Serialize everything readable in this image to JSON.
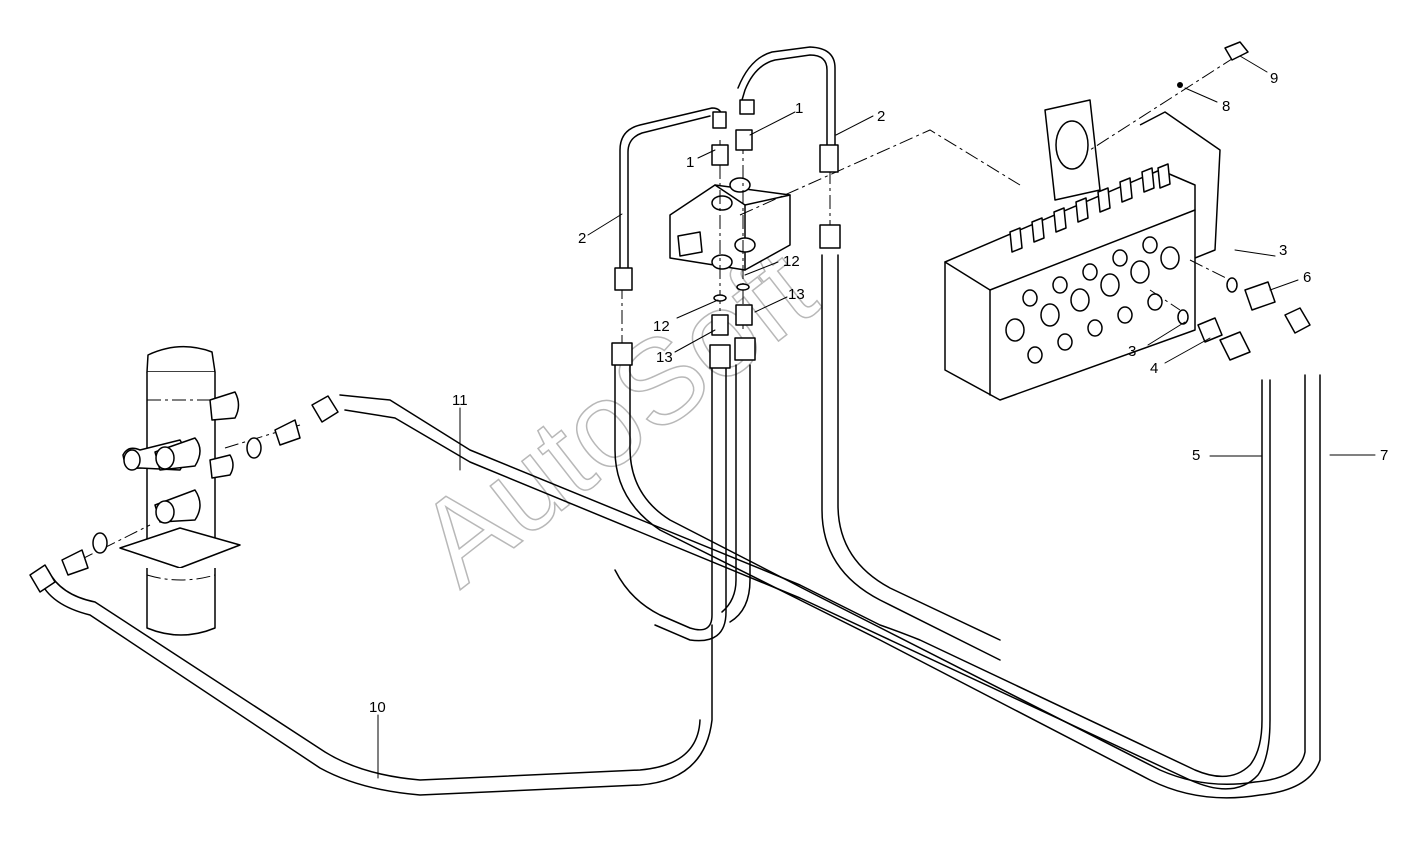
{
  "watermark": "AutoSoft",
  "callouts": [
    {
      "id": "c1a",
      "text": "1"
    },
    {
      "id": "c1b",
      "text": "1"
    },
    {
      "id": "c2a",
      "text": "2"
    },
    {
      "id": "c2b",
      "text": "2"
    },
    {
      "id": "c3a",
      "text": "3"
    },
    {
      "id": "c3b",
      "text": "3"
    },
    {
      "id": "c4",
      "text": "4"
    },
    {
      "id": "c5",
      "text": "5"
    },
    {
      "id": "c6",
      "text": "6"
    },
    {
      "id": "c7",
      "text": "7"
    },
    {
      "id": "c8",
      "text": "8"
    },
    {
      "id": "c9",
      "text": "9"
    },
    {
      "id": "c10",
      "text": "10"
    },
    {
      "id": "c11",
      "text": "11"
    },
    {
      "id": "c12a",
      "text": "12"
    },
    {
      "id": "c12b",
      "text": "12"
    },
    {
      "id": "c13a",
      "text": "13"
    },
    {
      "id": "c13b",
      "text": "13"
    }
  ]
}
